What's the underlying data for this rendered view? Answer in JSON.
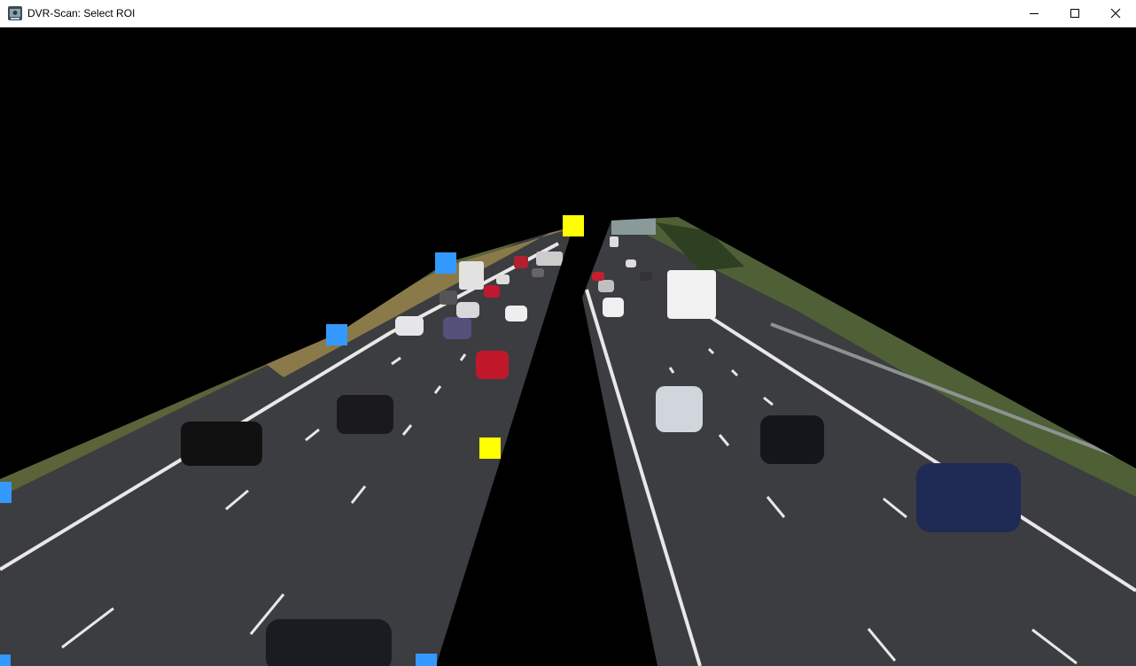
{
  "window": {
    "title": "DVR-Scan: Select ROI",
    "icon": "dvr-scan-app-icon",
    "controls": [
      "minimize-icon",
      "maximize-icon",
      "close-icon"
    ]
  },
  "roi_editor": {
    "colors": {
      "background": "#000000",
      "handle_selected": "#ffff00",
      "handle_vertex": "#3399ff",
      "asphalt": "#3c3d40",
      "grass": "#4f5f36",
      "lane_marking": "#e8e8e8"
    },
    "regions": [
      "left-roi-region",
      "right-roi-region"
    ],
    "handles": [
      "vertex",
      "vertex",
      "vertex",
      "vertex",
      "vertex",
      "selected",
      "selected"
    ]
  }
}
